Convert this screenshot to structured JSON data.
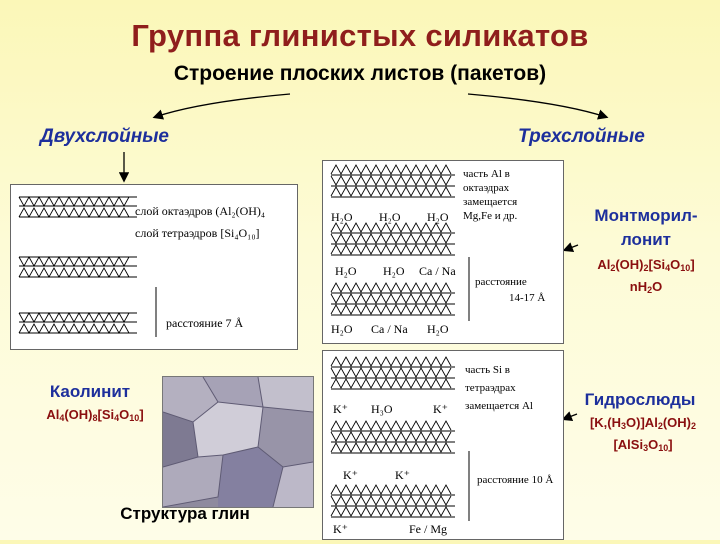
{
  "title": "Группа глинистых силикатов",
  "subtitle": "Строение плоских листов (пакетов)",
  "left": {
    "heading": "Двухслойные",
    "label_octahedra": "слой октаэдров (Al₂(OH)₄",
    "label_tetrahedra": "слой тетраэдров [Si₄O₁₀]",
    "label_distance": "расстояние 7 Å",
    "mineral": "Каолинит",
    "formula": [
      "Al",
      "4",
      "(OH)",
      "8",
      "[Si",
      "4",
      "O",
      "10",
      "]"
    ]
  },
  "right": {
    "heading": "Трехслойные",
    "top": {
      "note_lines": [
        "часть Al в",
        "октаэдрах",
        "замещается",
        "Mg,Fe и др."
      ],
      "row1": [
        "H₂O",
        "H₂O",
        "H₂O"
      ],
      "row2": [
        "H₂O",
        "H₂O",
        "Ca / Na"
      ],
      "row3": [
        "H₂O",
        "Ca / Na",
        "H₂O"
      ],
      "distance_lines": [
        "расстояние",
        "14-17 Å"
      ],
      "mineral_lines": [
        "Монтморил-",
        "лонит"
      ],
      "formula1": [
        "Al",
        "2",
        "(OH)",
        "2",
        "[Si",
        "4",
        "O",
        "10",
        "]"
      ],
      "formula2": [
        "nH",
        "2",
        "O"
      ]
    },
    "bottom": {
      "note_lines": [
        "часть Si в",
        "тетраэдрах",
        "замещается Al"
      ],
      "row1": [
        "K⁺",
        "H₃O",
        "K⁺"
      ],
      "row2": [
        "K⁺",
        "K⁺"
      ],
      "row3": [
        "K⁺",
        "Fe / Mg"
      ],
      "distance": "расстояние 10 Å",
      "mineral": "Гидрослюды",
      "formula1": [
        "[K,(H",
        "3",
        "O)]Al",
        "2",
        "(OH)",
        "2"
      ],
      "formula2": [
        "[AlSi",
        "3",
        "O",
        "10",
        "]"
      ]
    }
  },
  "photo_caption": "Структура глин",
  "colors": {
    "title": "#8f1e1c",
    "heading": "#1d2f9c",
    "formula": "#8a0f0f"
  }
}
